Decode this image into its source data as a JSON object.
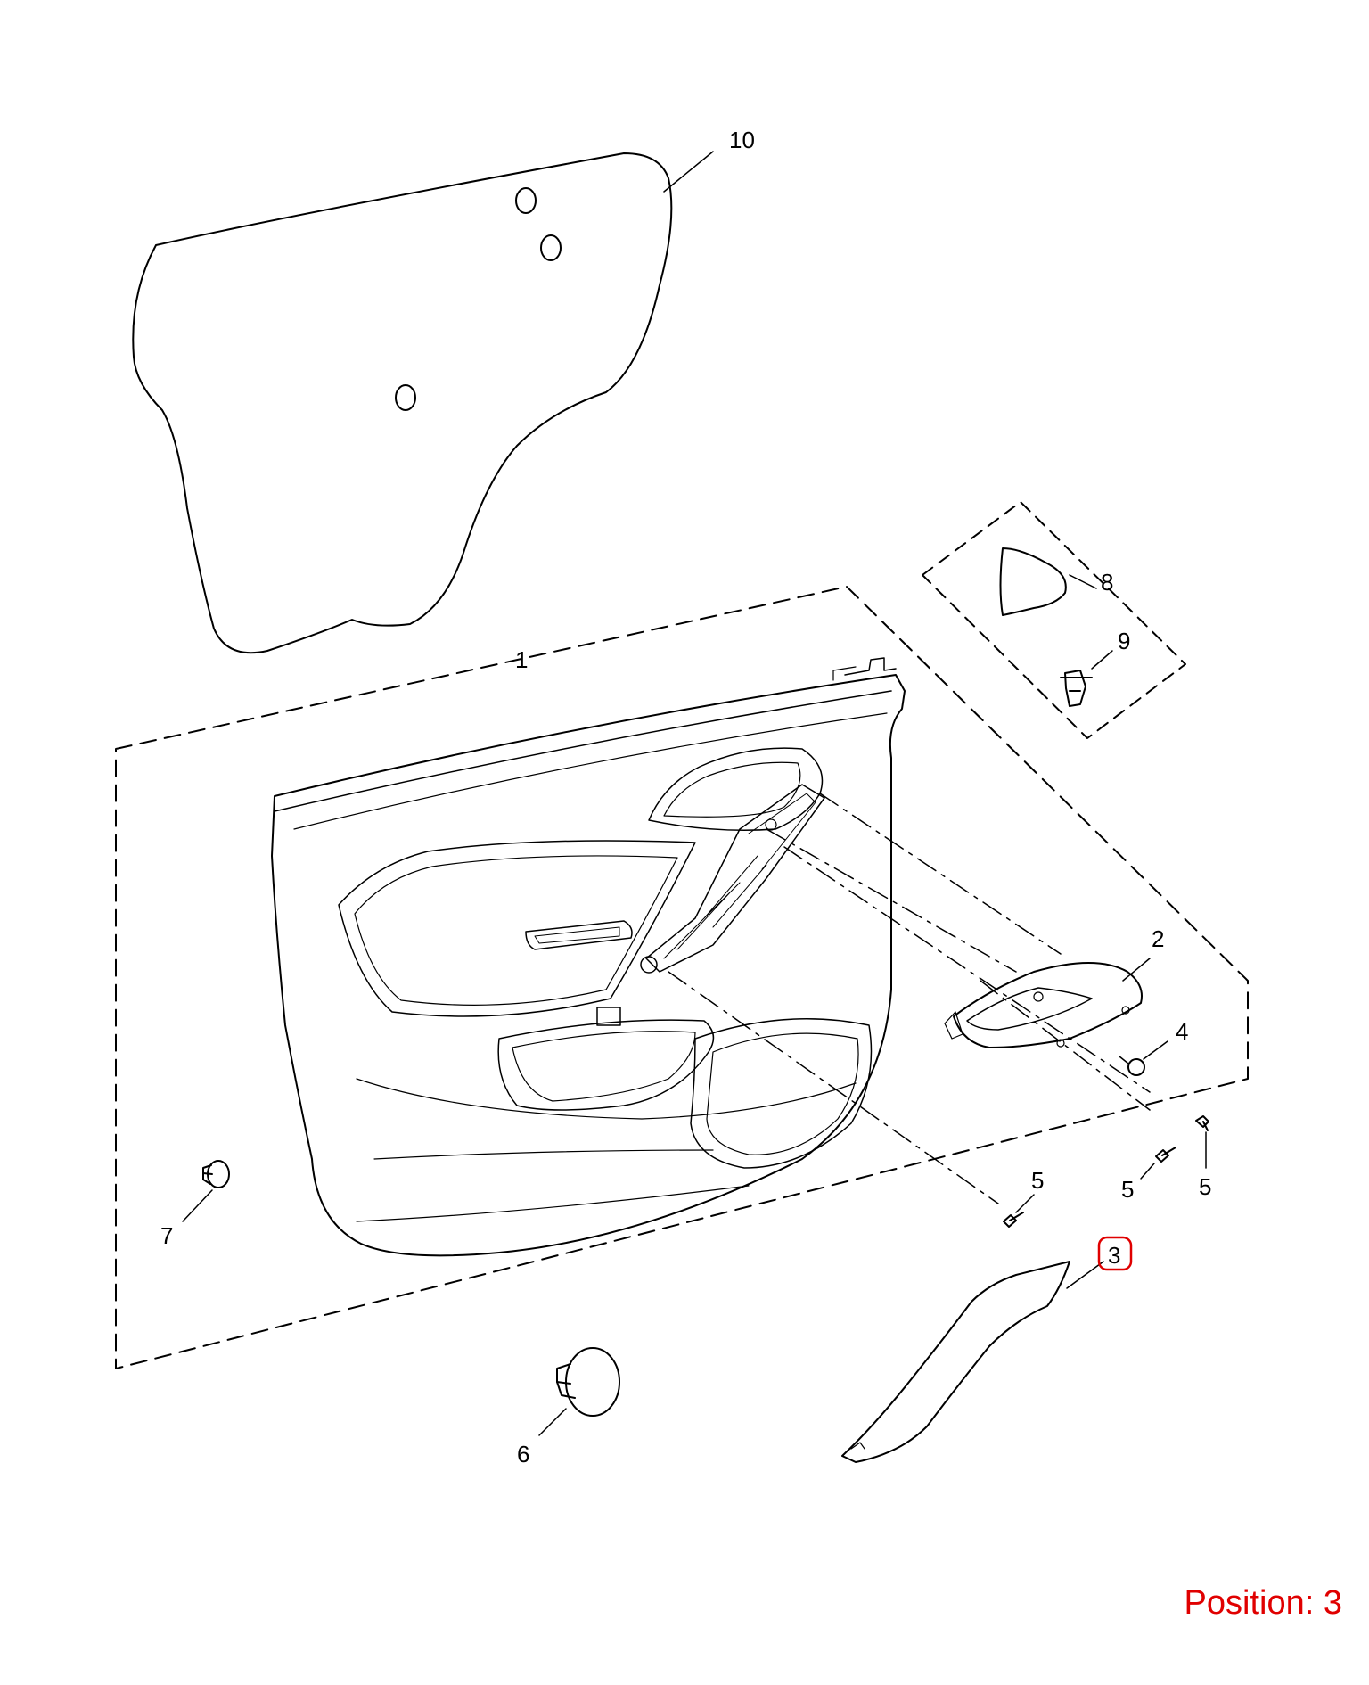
{
  "callouts": {
    "c1": "1",
    "c2": "2",
    "c3": "3",
    "c4": "4",
    "c5a": "5",
    "c5b": "5",
    "c5c": "5",
    "c6": "6",
    "c7": "7",
    "c8": "8",
    "c9": "9",
    "c10": "10"
  },
  "highlighted_position": "3",
  "highlight_color": "#e00000",
  "position_label": "Position: 3"
}
